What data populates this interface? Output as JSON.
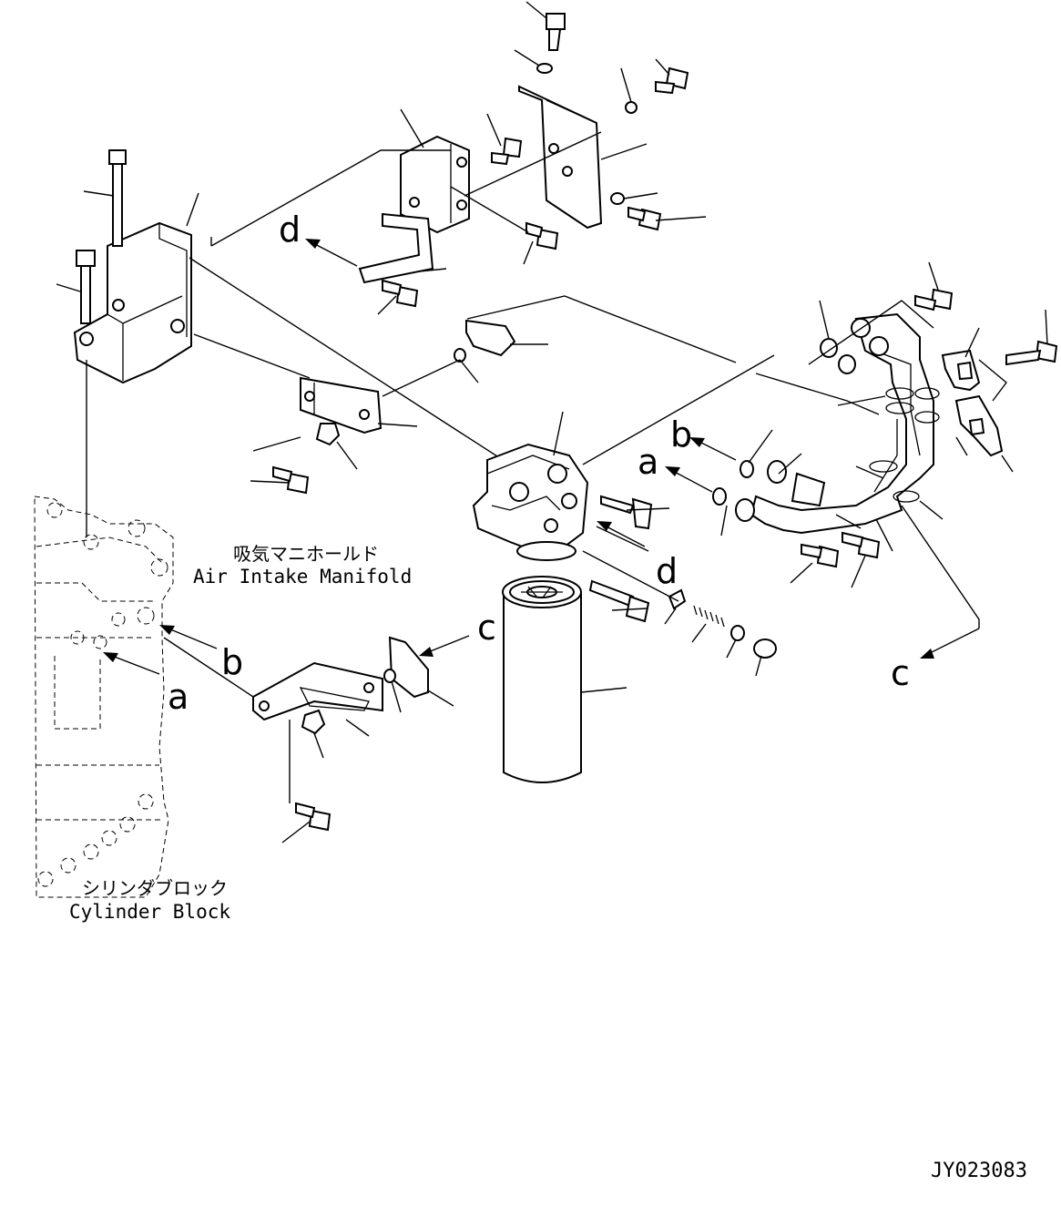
{
  "labels": {
    "intake_manifold_jp": "吸気マニホールド",
    "intake_manifold_en": "Air Intake Manifold",
    "cylinder_block_jp": "シリンダブロック",
    "cylinder_block_en": "Cylinder Block",
    "drawing_number": "JY023083"
  },
  "reference_letters": {
    "d_top": "d",
    "b_right": "b",
    "a_right": "a",
    "d_mid": "d",
    "c_filter": "c",
    "b_left": "b",
    "a_left": "a",
    "c_right": "c"
  }
}
